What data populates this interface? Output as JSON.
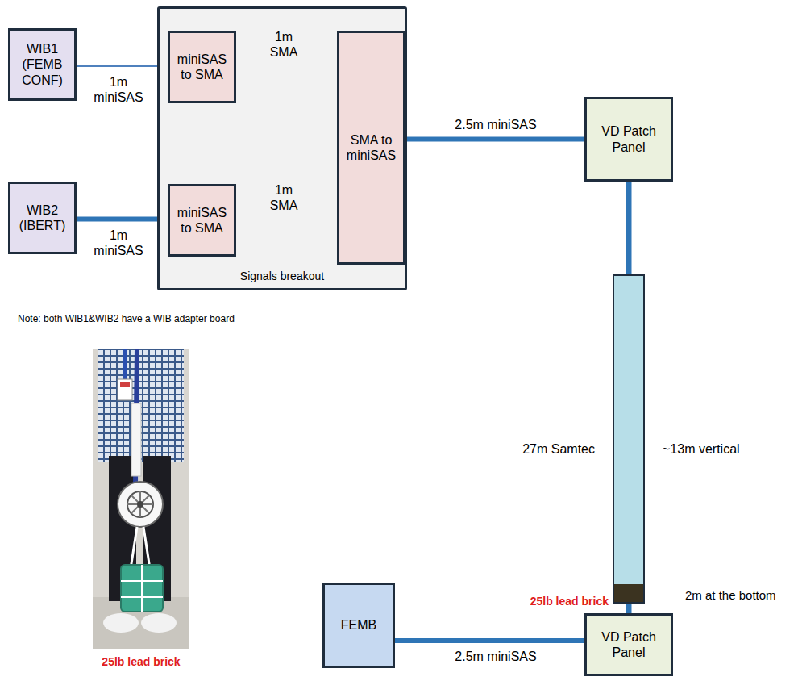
{
  "diagram": {
    "nodes": [
      {
        "text": [
          "WIB1 (FEMB CONF)"
        ]
      },
      {
        "text": [
          "Signals breakout"
        ]
      },
      {
        "text": [
          "miniSAS to SMA"
        ],
        "in": 1
      },
      {
        "text": [
          "SMA to miniSAS"
        ],
        "in": 1
      },
      {
        "text": [
          "miniSAS to SMA"
        ],
        "in": 1
      },
      {
        "text": [
          "WIB2 (IBERT)"
        ]
      },
      {
        "text": [
          "VD Patch Panel"
        ]
      },
      {
        "text": [
          "27m Samtec",
          "~13m vertical"
        ]
      },
      {
        "text": [
          "FEMB"
        ]
      },
      {
        "text": [
          "VD Patch Panel"
        ]
      }
    ],
    "edges": [
      {
        "from": 0,
        "to": 2,
        "arrow": "none",
        "label": "1m miniSAS"
      },
      {
        "from": 2,
        "to": 3,
        "arrow": "none",
        "label": "1m SMA"
      },
      {
        "from": 5,
        "to": 4,
        "arrow": "none",
        "label": "1m miniSAS"
      },
      {
        "from": 4,
        "to": 3,
        "arrow": "none",
        "label": "1m SMA"
      },
      {
        "from": 3,
        "to": 6,
        "arrow": "none",
        "label": "2.5m miniSAS"
      },
      {
        "from": 6,
        "to": 7,
        "arrow": "none"
      },
      {
        "from": 7,
        "to": 9,
        "arrow": "none",
        "label": "2m at the bottom"
      },
      {
        "from": 8,
        "to": 9,
        "arrow": "none",
        "label": "2.5m miniSAS"
      }
    ],
    "labels": [
      "Note: both WIB1&WIB2 have a WIB adapter board",
      "25lb lead brick",
      "25lb lead brick"
    ]
  }
}
